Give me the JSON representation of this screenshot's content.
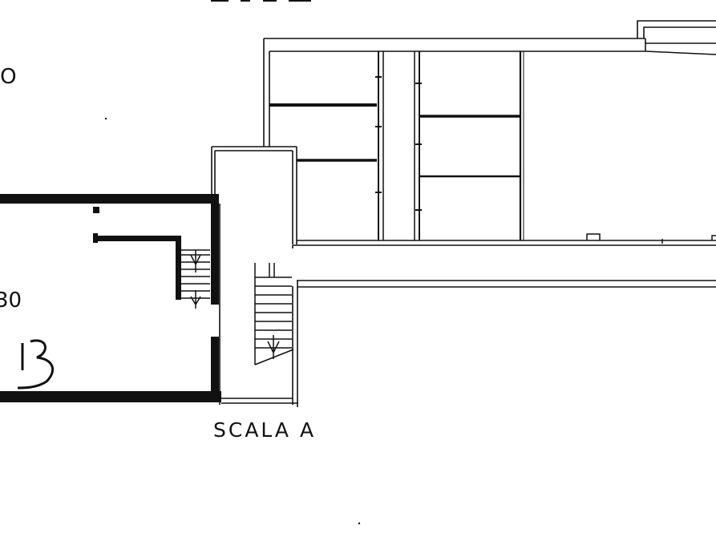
{
  "plan": {
    "staircase_label": "SCALA A",
    "left_edge_labels": [
      "-O",
      "30"
    ]
  },
  "colors": {
    "ink": "#111111",
    "paper": "#ffffff"
  }
}
